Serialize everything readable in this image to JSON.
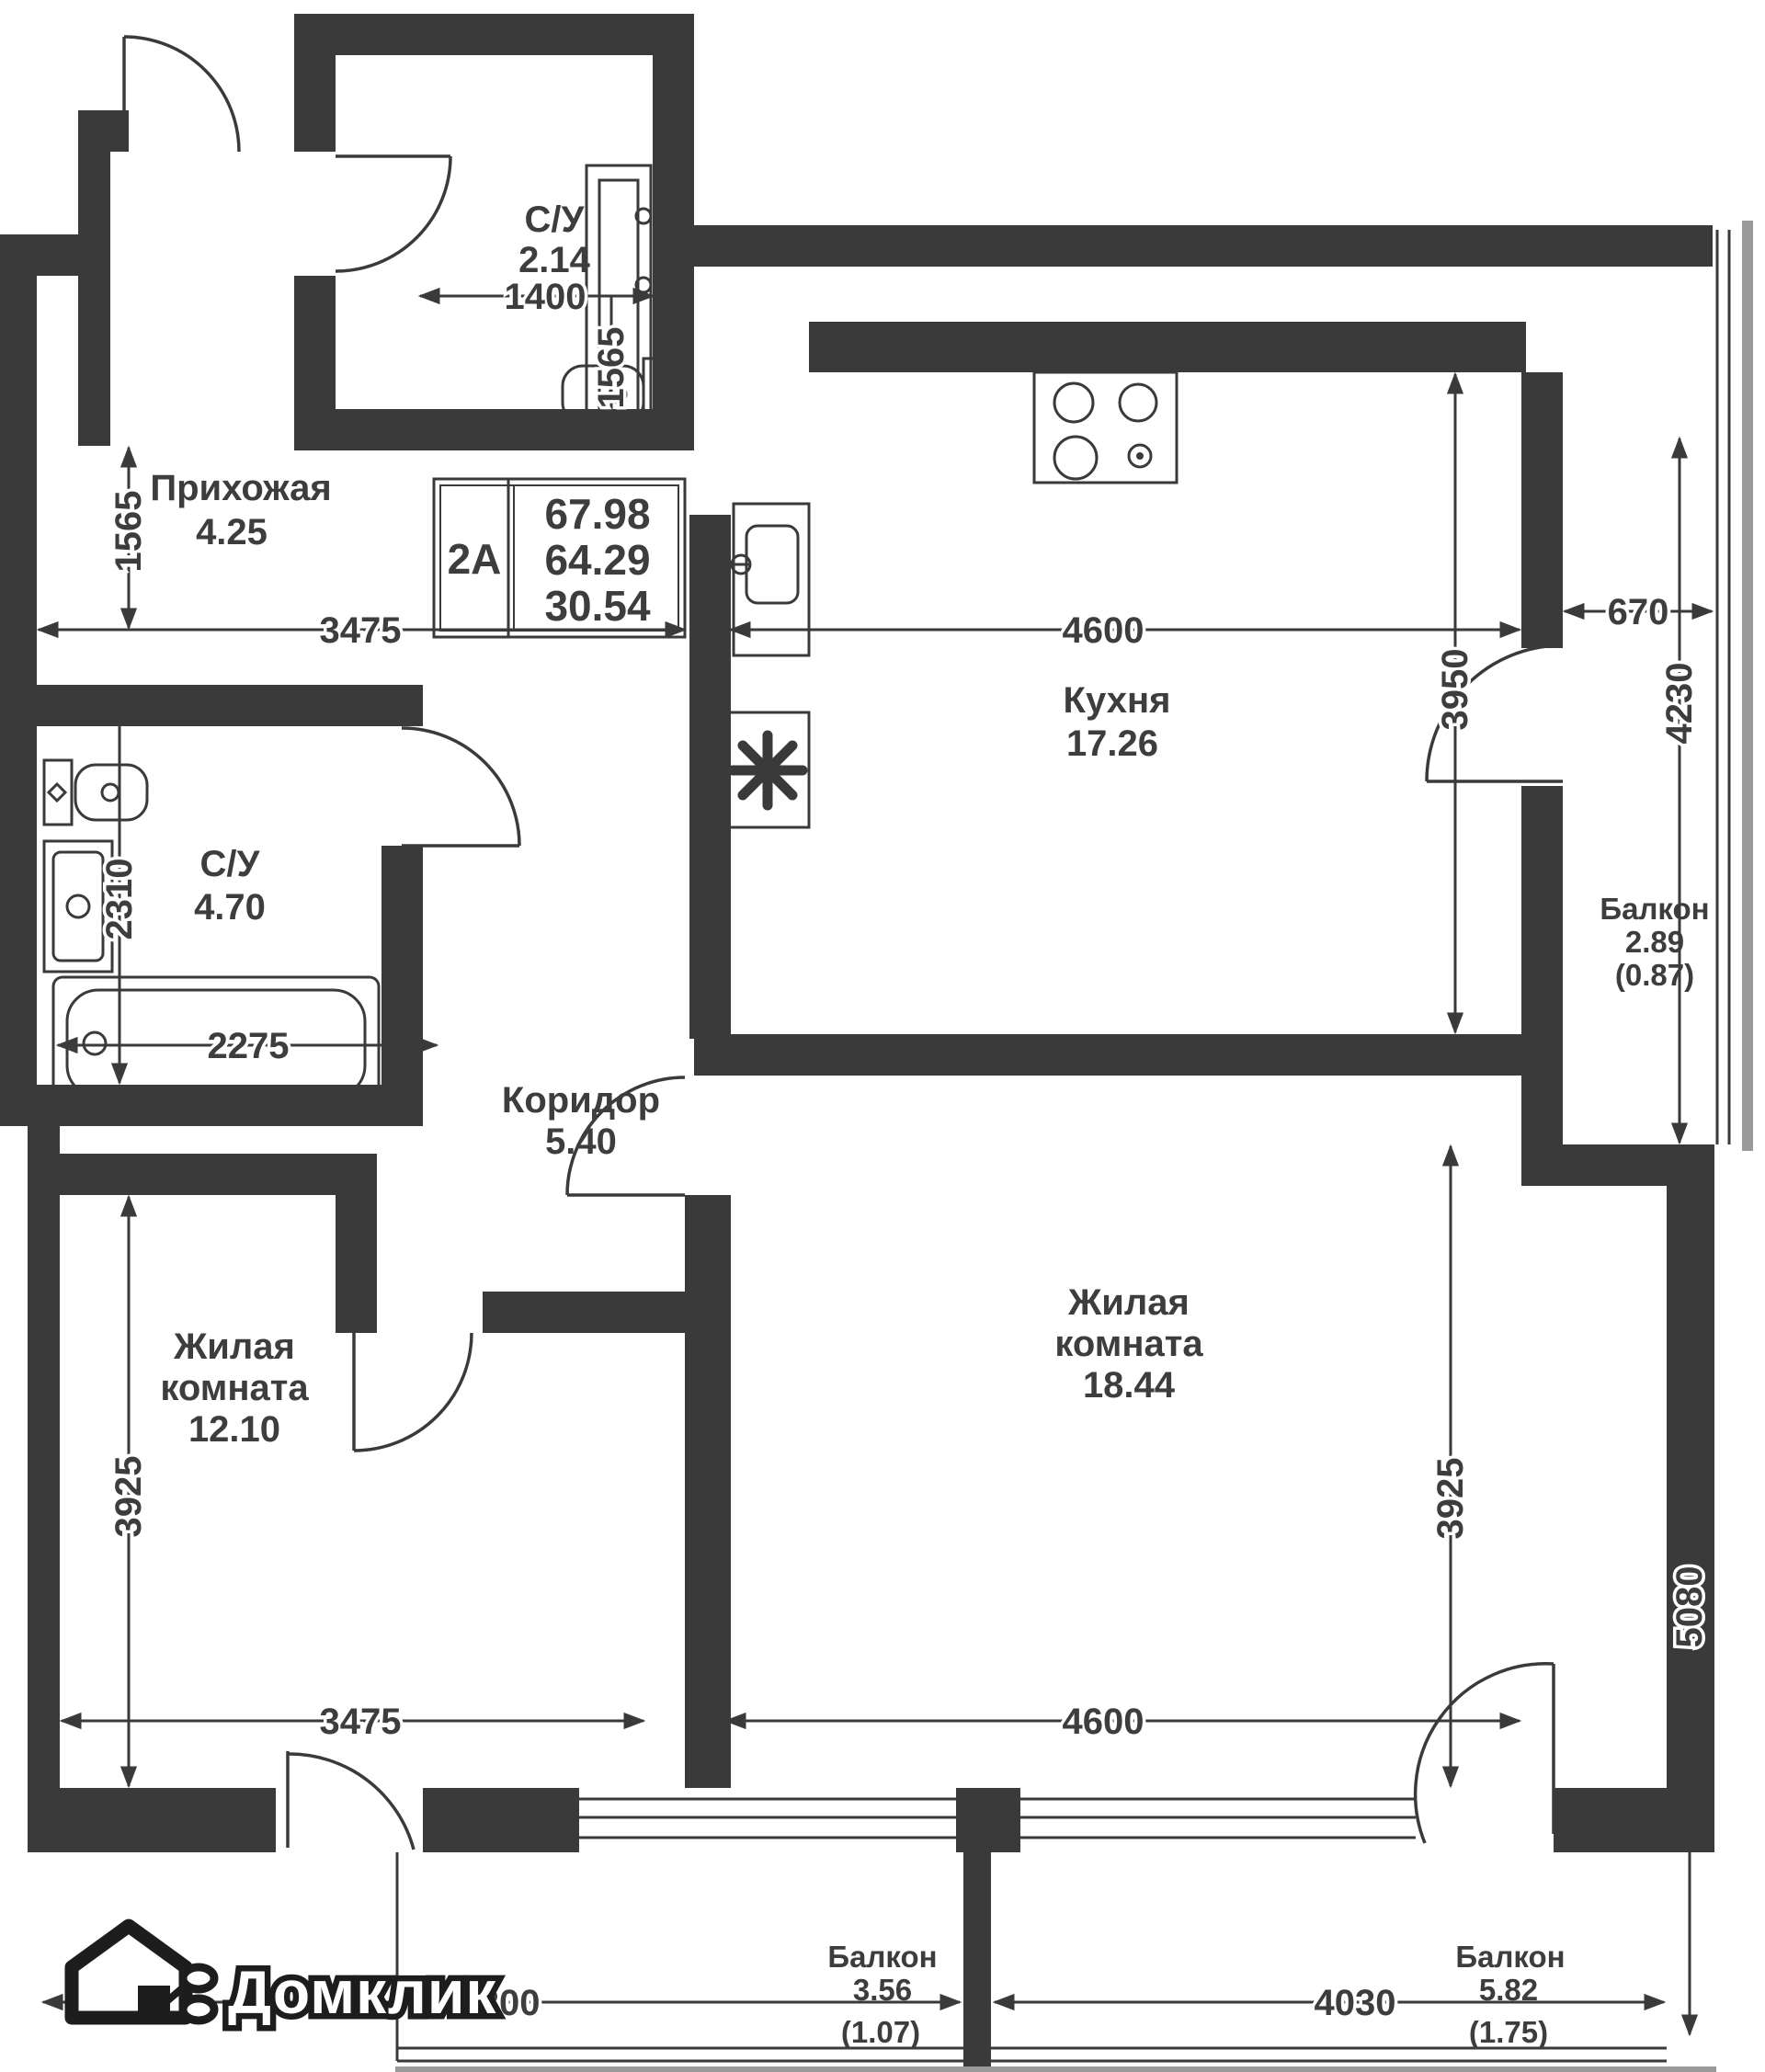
{
  "plan": {
    "stamp": {
      "flat_type": "2А",
      "area_total": "67.98",
      "area_reduced": "64.29",
      "area_living": "30.54"
    },
    "rooms": {
      "wc_top": {
        "name": "С/У",
        "area": "2.14"
      },
      "hallway": {
        "name": "Прихожая",
        "area": "4.25"
      },
      "kitchen": {
        "name": "Кухня",
        "area": "17.26"
      },
      "bathroom": {
        "name": "С/У",
        "area": "4.70"
      },
      "corridor": {
        "name": "Коридор",
        "area": "5.40"
      },
      "living1": {
        "name_l1": "Жилая",
        "name_l2": "комната",
        "area": "12.10"
      },
      "living2": {
        "name_l1": "Жилая",
        "name_l2": "комната",
        "area": "18.44"
      },
      "balcony_right": {
        "name": "Балкон",
        "area": "2.89",
        "area_k": "(0.87)"
      },
      "balcony_bottom_mid": {
        "name": "Балкон",
        "area": "3.56",
        "area_k": "(1.07)"
      },
      "balcony_bottom_right": {
        "name": "Балкон",
        "area": "5.82",
        "area_k": "(1.75)"
      }
    },
    "dims": {
      "d1400": "1400",
      "d1565_top": "1565",
      "d1565_left": "1565",
      "d3475_top": "3475",
      "d4600_top": "4600",
      "d670": "670",
      "d4230": "4230",
      "d3950": "3950",
      "d2310": "2310",
      "d2275": "2275",
      "d3925_left": "3925",
      "d3925_right": "3925",
      "d5080": "5080",
      "d3475_bottom": "3475",
      "d4600_bottom": "4600",
      "d5200": "5200",
      "d4030": "4030"
    },
    "logo": {
      "text": "Домклик"
    },
    "colors": {
      "wall": "#3a3a3a",
      "text": "#3d3d3d"
    }
  }
}
